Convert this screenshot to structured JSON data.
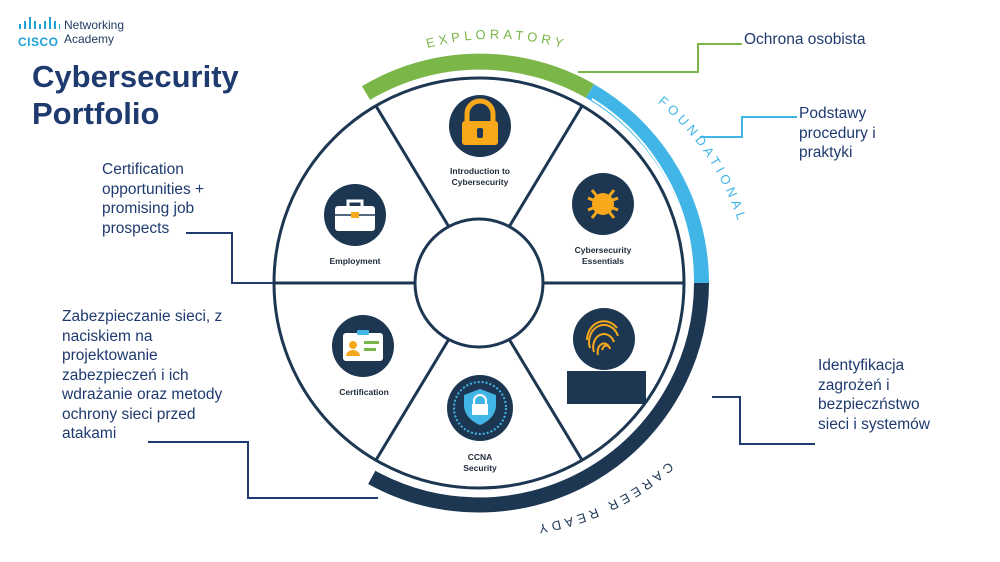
{
  "logo": {
    "brand": "CISCO",
    "line1": "Networking",
    "line2": "Academy"
  },
  "title": {
    "line1": "Cybersecurity",
    "line2": "Portfolio"
  },
  "arcs": {
    "exploratory": "EXPLORATORY",
    "foundational": "FOUNDATIONAL",
    "career_ready": "CAREER READY"
  },
  "segments": {
    "intro": {
      "line1": "Introduction to",
      "line2": "Cybersecurity"
    },
    "essentials": {
      "line1": "Cybersecurity",
      "line2": "Essentials"
    },
    "ccna": {
      "line1": "CCNA",
      "line2": "Security"
    },
    "certification": "Certification",
    "employment": "Employment"
  },
  "notes": {
    "certification": [
      "Certification",
      "opportunities +",
      "promising job",
      "prospects"
    ],
    "zabezpieczanie": [
      "Zabezpieczanie sieci, z",
      "naciskiem na",
      "projektowanie",
      "zabezpieczeń i ich",
      "wdrażanie oraz metody",
      "ochrony sieci przed",
      "atakami"
    ],
    "ochrona": "Ochrona osobista",
    "podstawy": [
      "Podstawy",
      "procedury i",
      "praktyki"
    ],
    "identyfikacja": [
      "Identyfikacja",
      "zagrożeń i",
      "bezpieczństwo",
      "sieci i systemów"
    ]
  },
  "colors": {
    "navy": "#1e3a6e",
    "dark": "#1d3753",
    "green": "#7ab648",
    "light_blue": "#41b6e6",
    "orange": "#f7a81b"
  },
  "icons": [
    "cisco-bars-icon",
    "padlock-icon",
    "bug-icon",
    "fingerprint-icon",
    "shield-lock-icon",
    "id-card-icon",
    "briefcase-icon"
  ]
}
